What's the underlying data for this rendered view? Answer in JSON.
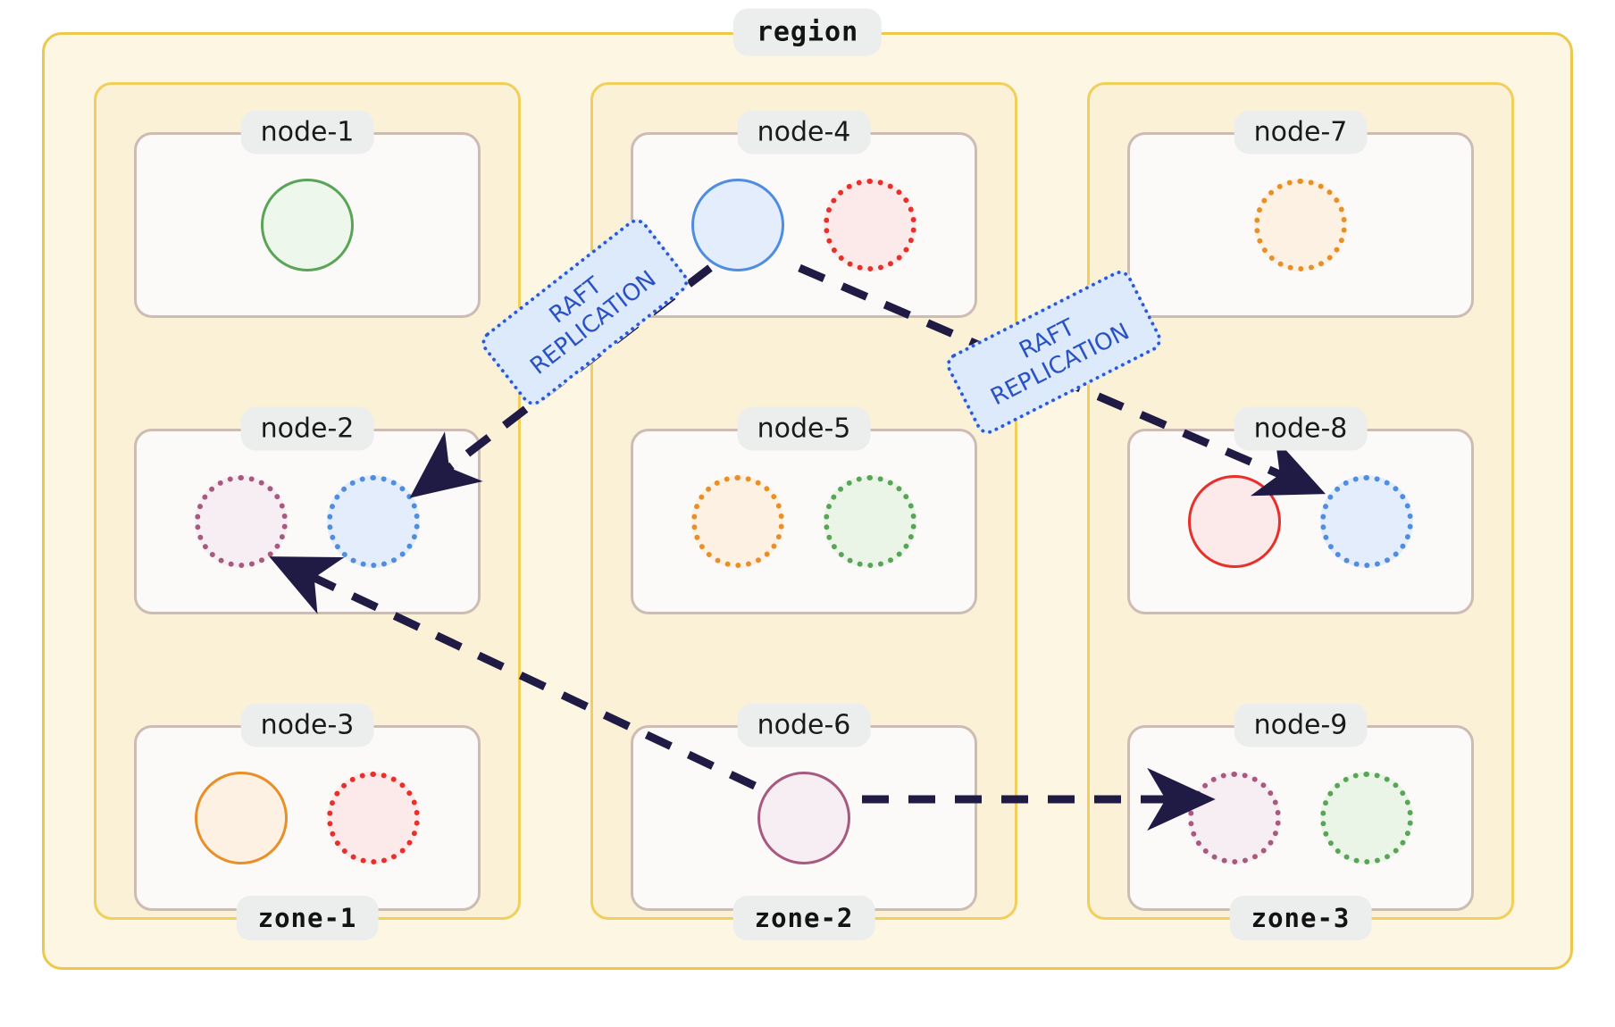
{
  "diagram": {
    "type": "architecture-topology",
    "region": {
      "label": "region"
    },
    "zones": [
      {
        "label": "zone-1",
        "nodes": [
          {
            "label": "node-1",
            "shards": [
              {
                "role": "leader",
                "color": "#5aa457",
                "fill": "#eef7ec"
              }
            ]
          },
          {
            "label": "node-2",
            "shards": [
              {
                "role": "follower",
                "color": "#a8597f",
                "fill": "#f7eef3"
              },
              {
                "role": "follower",
                "color": "#4f8de0",
                "fill": "#e3edfb"
              }
            ]
          },
          {
            "label": "node-3",
            "shards": [
              {
                "role": "leader",
                "color": "#e98f27",
                "fill": "#fdf1e4"
              },
              {
                "role": "follower",
                "color": "#e8302a",
                "fill": "#fceaea"
              }
            ]
          }
        ]
      },
      {
        "label": "zone-2",
        "nodes": [
          {
            "label": "node-4",
            "shards": [
              {
                "role": "leader",
                "color": "#4f8de0",
                "fill": "#e3edfb"
              },
              {
                "role": "follower",
                "color": "#e8302a",
                "fill": "#fceaea"
              }
            ]
          },
          {
            "label": "node-5",
            "shards": [
              {
                "role": "follower",
                "color": "#e98f27",
                "fill": "#fdf1e4"
              },
              {
                "role": "follower",
                "color": "#5aa457",
                "fill": "#eaf5e8"
              }
            ]
          },
          {
            "label": "node-6",
            "shards": [
              {
                "role": "leader",
                "color": "#a8597f",
                "fill": "#f7eef3"
              }
            ]
          }
        ]
      },
      {
        "label": "zone-3",
        "nodes": [
          {
            "label": "node-7",
            "shards": [
              {
                "role": "follower",
                "color": "#e98f27",
                "fill": "#fdf1e4"
              }
            ]
          },
          {
            "label": "node-8",
            "shards": [
              {
                "role": "leader",
                "color": "#e8302a",
                "fill": "#fceaea"
              },
              {
                "role": "follower",
                "color": "#4f8de0",
                "fill": "#e3edfb"
              }
            ]
          },
          {
            "label": "node-9",
            "shards": [
              {
                "role": "follower",
                "color": "#a8597f",
                "fill": "#f7eef3"
              },
              {
                "role": "follower",
                "color": "#5aa457",
                "fill": "#eaf5e8"
              }
            ]
          }
        ]
      }
    ],
    "edge_labels": [
      {
        "id": "raft-left",
        "line1": "RAFT",
        "line2": "REPLICATION"
      },
      {
        "id": "raft-right",
        "line1": "RAFT",
        "line2": "REPLICATION"
      }
    ],
    "edges": [
      {
        "from": "node-4",
        "to": "node-2",
        "label": "RAFT REPLICATION"
      },
      {
        "from": "node-4",
        "to": "node-8",
        "label": "RAFT REPLICATION"
      },
      {
        "from": "node-6",
        "to": "node-2",
        "label": ""
      },
      {
        "from": "node-6",
        "to": "node-9",
        "label": ""
      }
    ],
    "colors": {
      "region_fill": "#fdf6e3",
      "region_border": "#ecc94b",
      "zone_fill": "#faf1d7",
      "zone_border": "#f0cf5c",
      "node_fill": "#fbfaf8",
      "node_border": "#cdbcb4",
      "label_pill": "#eceded",
      "arrow": "#1f1b45",
      "raft_fill": "#ddeafc",
      "raft_border": "#2d59d8",
      "raft_text": "#2a52c4"
    }
  }
}
